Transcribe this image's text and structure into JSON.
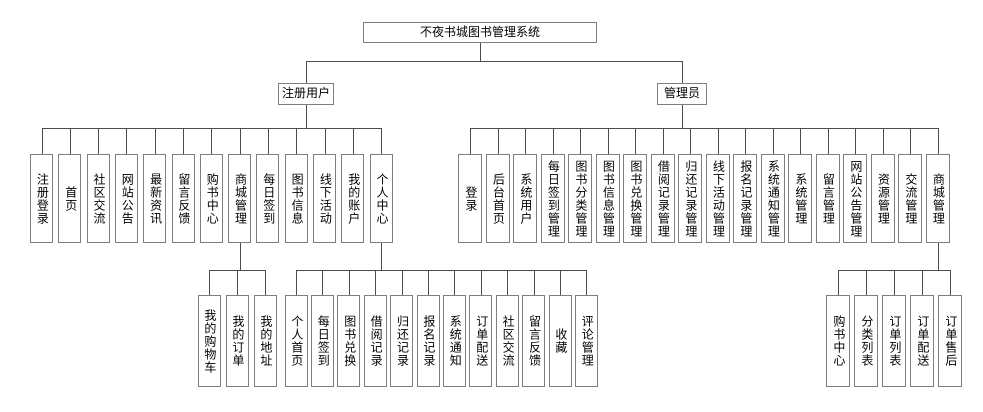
{
  "diagram": {
    "title": "不夜书城图书管理系统",
    "root": {
      "label": "不夜书城图书管理系统"
    },
    "branches": [
      {
        "label": "注册用户",
        "children": [
          "注册登录",
          "首页",
          "社区交流",
          "网站公告",
          "最新资讯",
          "留言反馈",
          "购书中心",
          "商城管理",
          "每日签到",
          "图书信息",
          "线下活动",
          "我的账户",
          "个人中心"
        ],
        "subtrees": [
          {
            "parent_label": "商城管理",
            "children": [
              "我的购物车",
              "我的订单",
              "我的地址"
            ]
          },
          {
            "parent_label": "个人中心",
            "children": [
              "个人首页",
              "每日签到",
              "图书兑换",
              "借阅记录",
              "归还记录",
              "报名记录",
              "系统通知",
              "订单配送",
              "社区交流",
              "留言反馈",
              "收藏",
              "评论管理"
            ]
          }
        ]
      },
      {
        "label": "管理员",
        "children": [
          "登录",
          "后台首页",
          "系统用户",
          "每日签到管理",
          "图书分类管理",
          "图书信息管理",
          "图书兑换管理",
          "借阅记录管理",
          "归还记录管理",
          "线下活动管理",
          "报名记录管理",
          "系统通知管理",
          "系统管理",
          "留言管理",
          "网站公告管理",
          "资源管理",
          "交流管理",
          "商城管理"
        ],
        "subtrees": [
          {
            "parent_label": "商城管理",
            "children": [
              "购书中心",
              "分类列表",
              "订单列表",
              "订单配送",
              "订单售后"
            ]
          }
        ]
      }
    ],
    "colors": {
      "background": "#ffffff",
      "box_fill": "#ffffff",
      "box_border": "#7f7f7f",
      "line": "#4d4d4d",
      "text": "#000000"
    }
  }
}
